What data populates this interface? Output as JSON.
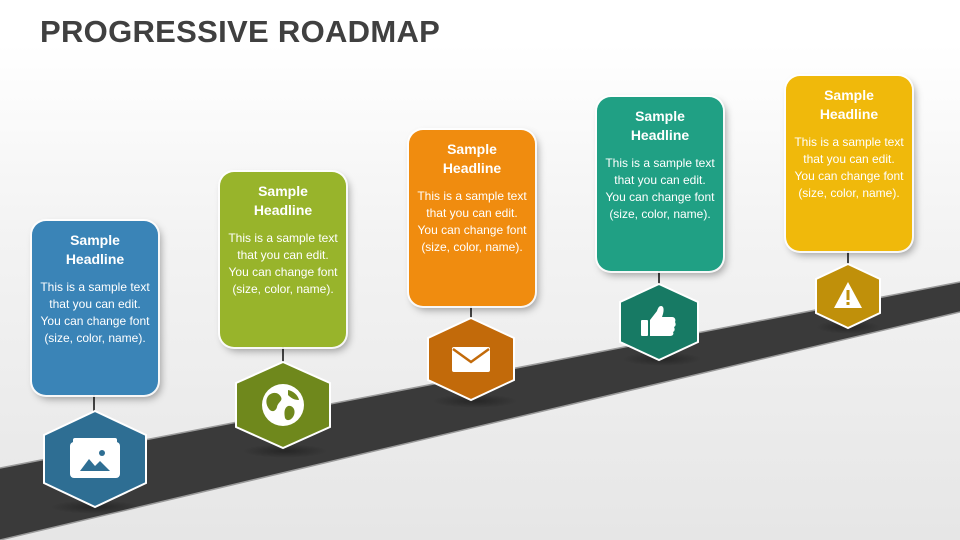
{
  "title": "PROGRESSIVE ROADMAP",
  "steps": [
    {
      "headline": "Sample Headline",
      "text": "This is a sample text that you can edit. You can change font (size, color, name).",
      "color": "#3a84b7",
      "hex_color": "#2e6e93",
      "icon": "image-folder-icon"
    },
    {
      "headline": "Sample Headline",
      "text": "This is a sample text that you can edit. You can change font (size, color, name).",
      "color": "#98b42b",
      "hex_color": "#6f881c",
      "icon": "globe-icon"
    },
    {
      "headline": "Sample Headline",
      "text": "This is a sample text that you can edit. You can change font (size, color, name).",
      "color": "#f08c0f",
      "hex_color": "#c26a0a",
      "icon": "envelope-icon"
    },
    {
      "headline": "Sample Headline",
      "text": "This is a sample text that you can edit. You can change font (size, color, name).",
      "color": "#20a084",
      "hex_color": "#177a64",
      "icon": "thumbs-up-icon"
    },
    {
      "headline": "Sample Headline",
      "text": "This is a sample text that you can edit. You can change font (size, color, name).",
      "color": "#f0b90b",
      "hex_color": "#c0900a",
      "icon": "warning-icon"
    }
  ]
}
